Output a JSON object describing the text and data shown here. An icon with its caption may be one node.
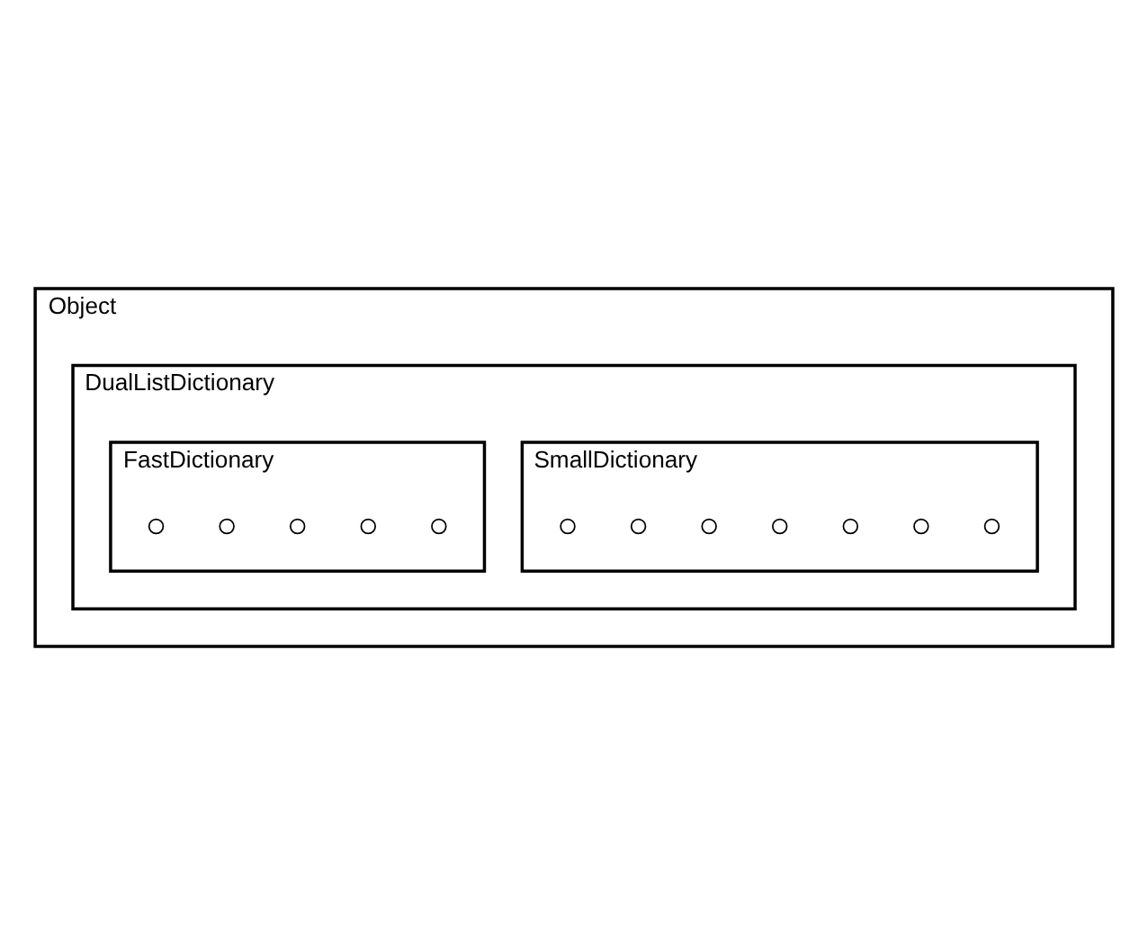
{
  "diagram": {
    "nodes": [
      {
        "text": [
          "Object"
        ]
      },
      {
        "text": [
          "DualListDictionary"
        ],
        "in": 0
      },
      {
        "text": [
          "SmallDictionary"
        ],
        "in": 1
      },
      {
        "text": [
          "FastDictionary"
        ],
        "in": 1
      },
      {
        "text": [],
        "shape": "circle",
        "in": 2
      },
      {
        "text": [],
        "shape": "circle",
        "in": 2
      },
      {
        "text": [],
        "shape": "circle",
        "in": 2
      },
      {
        "text": [],
        "shape": "circle",
        "in": 2
      },
      {
        "text": [],
        "shape": "circle",
        "in": 2
      },
      {
        "text": [],
        "shape": "circle",
        "in": 2
      },
      {
        "text": [],
        "shape": "circle",
        "in": 2
      },
      {
        "text": [],
        "shape": "circle",
        "in": 3
      },
      {
        "text": [],
        "shape": "circle",
        "in": 3
      },
      {
        "text": [],
        "shape": "circle",
        "in": 3
      },
      {
        "text": [],
        "shape": "circle",
        "in": 3
      },
      {
        "text": [],
        "shape": "circle",
        "in": 3
      }
    ],
    "edges": []
  }
}
